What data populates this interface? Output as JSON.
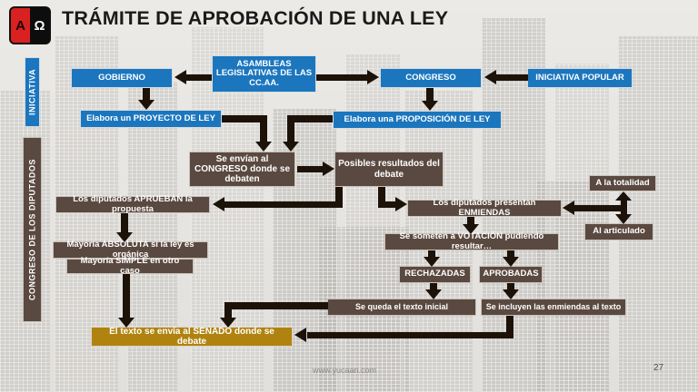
{
  "header": {
    "title": "TRÁMITE DE APROBACIÓN DE UNA LEY",
    "logo_alpha": "A",
    "logo_omega": "Ω"
  },
  "sidebars": {
    "iniciativa": "INICIATIVA",
    "congreso_diputados": "CONGRESO DE LOS DIPUTADOS"
  },
  "boxes": {
    "gobierno": "GOBIERNO",
    "asambleas": "ASAMBLEAS LEGISLATIVAS DE LAS CC.AA.",
    "congreso": "CONGRESO",
    "iniciativa_popular": "INICIATIVA  POPULAR",
    "proyecto": "Elabora un PROYECTO DE LEY",
    "proposicion": "Elabora una PROPOSICIÓN DE LEY",
    "envian": "Se envían al CONGRESO donde se debaten",
    "resultados": "Posibles resultados del debate",
    "aprueban": "Los diputados APRUEBAN la propuesta",
    "enmiendas": "Los diputados presentan ENMIENDAS",
    "totalidad": "A la totalidad",
    "articulado": "Al articulado",
    "mayoria_absoluta": "Mayoría ABSOLUTA si la ley es orgánica",
    "mayoria_simple": "Mayoría SIMPLE en otro caso",
    "votacion": "Se someten a VOTACIÓN pudiendo resultar…",
    "rechazadas": "RECHAZADAS",
    "aprobadas": "APROBADAS",
    "texto_inicial": "Se queda el texto inicial",
    "incluyen": "Se incluyen las enmiendas al texto",
    "senado": "El texto se envía al SENADO donde se debate"
  },
  "footer": {
    "url": "www.yucaan.com",
    "page": "27"
  },
  "colors": {
    "blue": "#1b76be",
    "brown": "#5a4940",
    "gold": "#b0820f",
    "arrow": "#1c1208"
  }
}
